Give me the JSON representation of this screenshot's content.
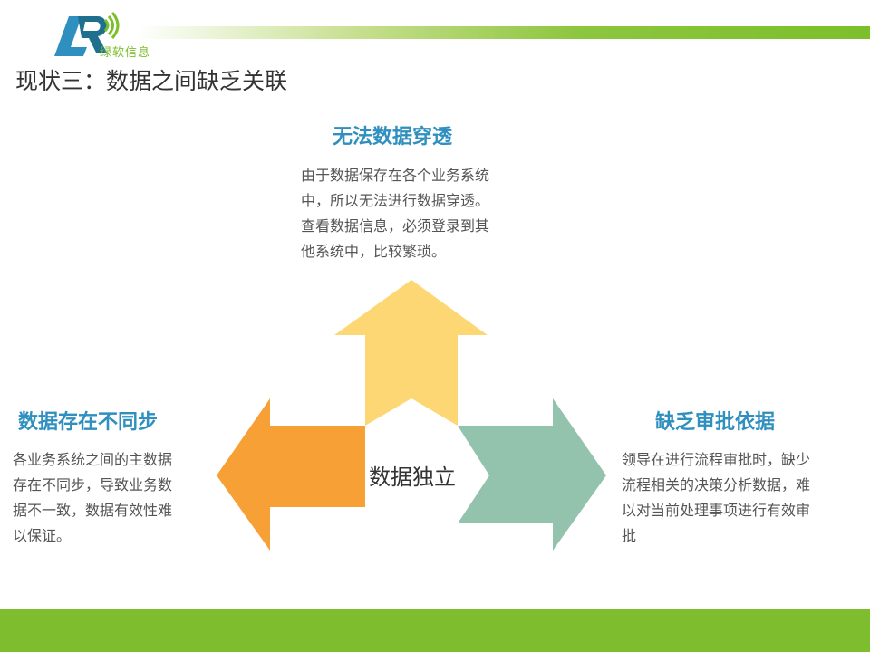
{
  "brand": {
    "name": "绿软信息"
  },
  "page": {
    "title": "现状三：数据之间缺乏关联"
  },
  "top": {
    "heading": "无法数据穿透",
    "lines": [
      "由于数据保存在各个业务系统",
      "中，所以无法进行数据穿透。",
      "查看数据信息，必须登录到其",
      "他系统中，比较繁琐。"
    ]
  },
  "left": {
    "heading": "数据存在不同步",
    "lines": [
      "各业务系统之间的主数据",
      "存在不同步，导致业务数",
      "据不一致，数据有效性难",
      "以保证。"
    ]
  },
  "right": {
    "heading": "缺乏审批依据",
    "lines": [
      "领导在进行流程审批时，缺少",
      "流程相关的决策分析数据，难",
      "以对当前处理事项进行有效审",
      "批"
    ]
  },
  "center": {
    "label": "数据独立"
  },
  "colors": {
    "arrow_up": "#fdd774",
    "arrow_left": "#f6a035",
    "arrow_right": "#93c2ad",
    "heading": "#2f8fbf",
    "green": "#7dbd2e"
  }
}
